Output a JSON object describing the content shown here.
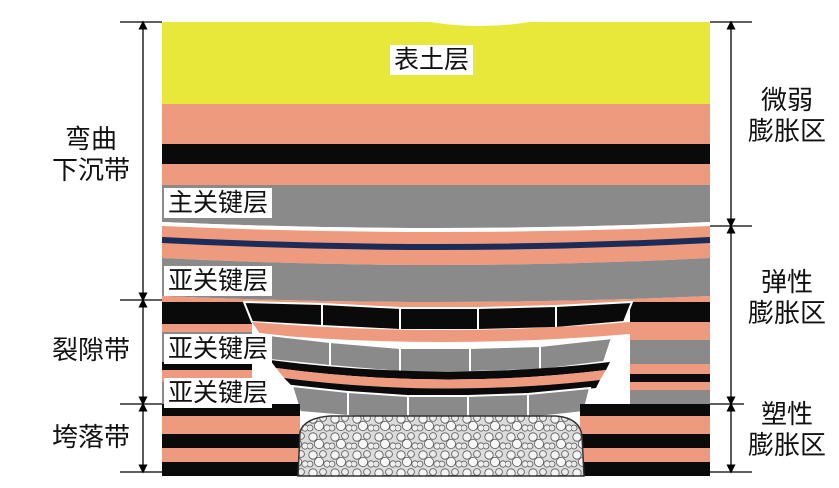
{
  "layers": {
    "topsoil": "表土层",
    "main_key_stratum": "主关键层",
    "sub_key_stratum_1": "亚关键层",
    "sub_key_stratum_2": "亚关键层",
    "sub_key_stratum_3": "亚关键层"
  },
  "zones_left": {
    "bending_line1": "弯曲",
    "bending_line2": "下沉带",
    "fracture": "裂隙带",
    "caving": "垮落带"
  },
  "zones_right": {
    "weak_line1": "微弱",
    "weak_line2": "膨胀区",
    "elastic_line1": "弹性",
    "elastic_line2": "膨胀区",
    "plastic_line1": "塑性",
    "plastic_line2": "膨胀区"
  },
  "colors": {
    "topsoil": "#e8e83a",
    "salmon": "#ee9a7e",
    "black": "#0a0a0a",
    "gray": "#8a8a8a",
    "navy": "#1d2b58",
    "rubble": "#d6d6d6"
  }
}
